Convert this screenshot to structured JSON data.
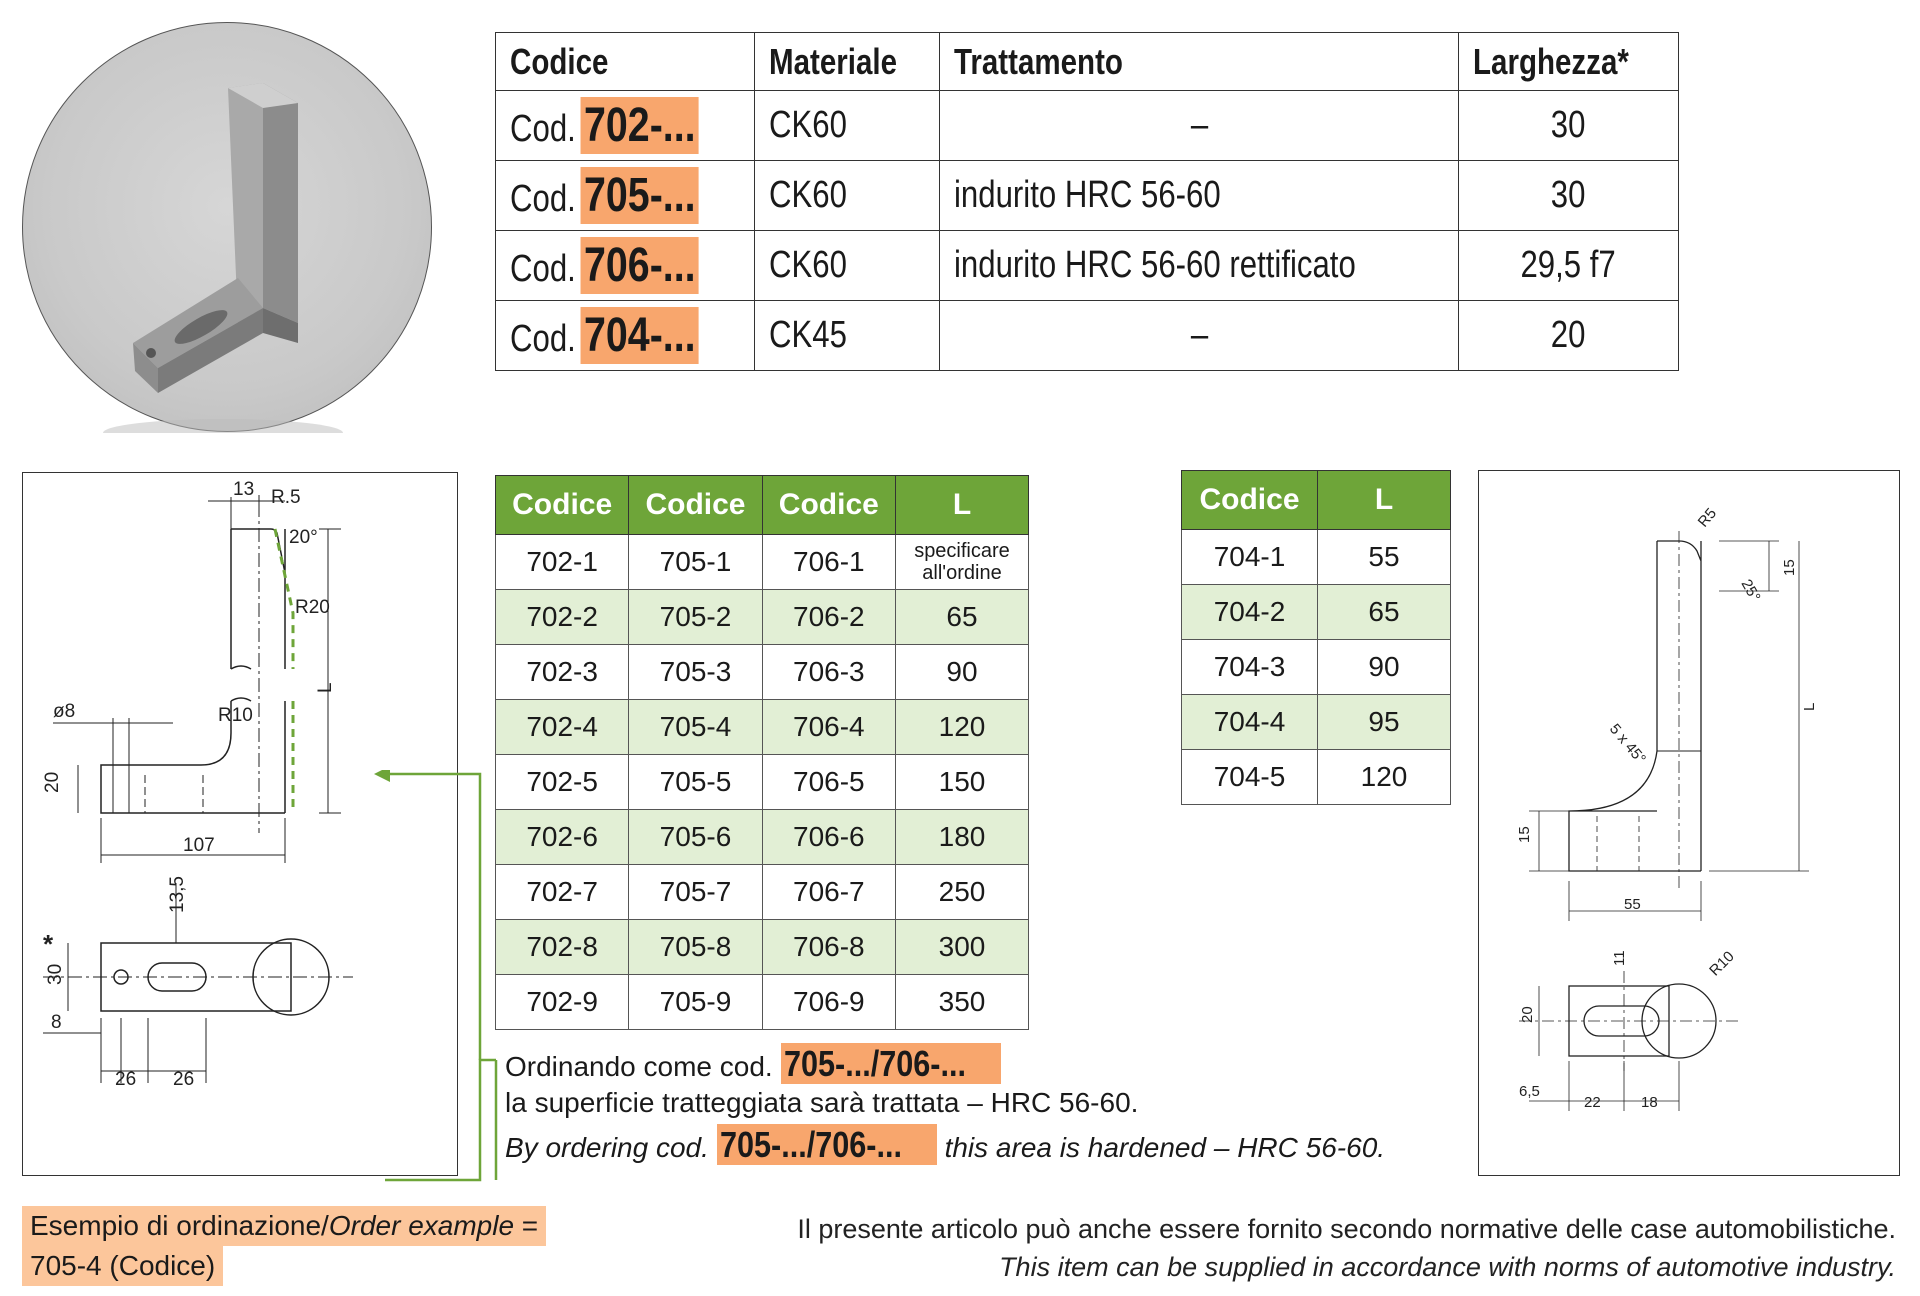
{
  "top_table": {
    "headers": [
      "Codice",
      "Materiale",
      "Trattamento",
      "Larghezza*"
    ],
    "rows": [
      {
        "cod_prefix": "Cod.",
        "code": "702-...",
        "material": "CK60",
        "treatment": "–",
        "width": "30"
      },
      {
        "cod_prefix": "Cod.",
        "code": "705-...",
        "material": "CK60",
        "treatment": "indurito HRC 56-60",
        "width": "30"
      },
      {
        "cod_prefix": "Cod.",
        "code": "706-...",
        "material": "CK60",
        "treatment": "indurito HRC 56-60 rettificato",
        "width": "29,5 f7"
      },
      {
        "cod_prefix": "Cod.",
        "code": "704-...",
        "material": "CK45",
        "treatment": "–",
        "width": "20"
      }
    ]
  },
  "mid_table": {
    "headers": [
      "Codice",
      "Codice",
      "Codice",
      "L"
    ],
    "rows": [
      [
        "702-1",
        "705-1",
        "706-1",
        "specificare all'ordine"
      ],
      [
        "702-2",
        "705-2",
        "706-2",
        "65"
      ],
      [
        "702-3",
        "705-3",
        "706-3",
        "90"
      ],
      [
        "702-4",
        "705-4",
        "706-4",
        "120"
      ],
      [
        "702-5",
        "705-5",
        "706-5",
        "150"
      ],
      [
        "702-6",
        "705-6",
        "706-6",
        "180"
      ],
      [
        "702-7",
        "705-7",
        "706-7",
        "250"
      ],
      [
        "702-8",
        "705-8",
        "706-8",
        "300"
      ],
      [
        "702-9",
        "705-9",
        "706-9",
        "350"
      ]
    ]
  },
  "right_table": {
    "headers": [
      "Codice",
      "L"
    ],
    "rows": [
      [
        "704-1",
        "55"
      ],
      [
        "704-2",
        "65"
      ],
      [
        "704-3",
        "90"
      ],
      [
        "704-4",
        "95"
      ],
      [
        "704-5",
        "120"
      ]
    ]
  },
  "note": {
    "it_prefix": "Ordinando come cod.",
    "it_code": "705-.../706-...",
    "it_line2": "la superficie tratteggiata sarà trattata – HRC 56-60.",
    "en_prefix": "By ordering cod.",
    "en_code": "705-.../706-...",
    "en_suffix": "this area is hardened – HRC 56-60."
  },
  "order_example": {
    "label_it": "Esempio di ordinazione/",
    "label_en": "Order example",
    "eq": " =",
    "value": "705-4 (Codice)"
  },
  "footer": {
    "it": "Il presente articolo può anche essere fornito secondo normative delle case automobilistiche.",
    "en": "This item can be supplied in accordance with norms of automotive industry."
  },
  "drawing_left": {
    "labels": [
      "13",
      "R.5",
      "20°",
      "R20",
      "L",
      "ø8",
      "R10",
      "20",
      "107",
      "13,5",
      "30",
      "*",
      "8",
      "26",
      "26"
    ]
  },
  "drawing_right": {
    "labels": [
      "R5",
      "15",
      "25°",
      "L",
      "5 x 45°",
      "15",
      "55",
      "11",
      "R10",
      "20",
      "6,5",
      "22",
      "18"
    ]
  },
  "colors": {
    "accent_green": "#6ea539",
    "alt_row": "#e2efd5",
    "highlight_orange": "#f8a66d"
  }
}
